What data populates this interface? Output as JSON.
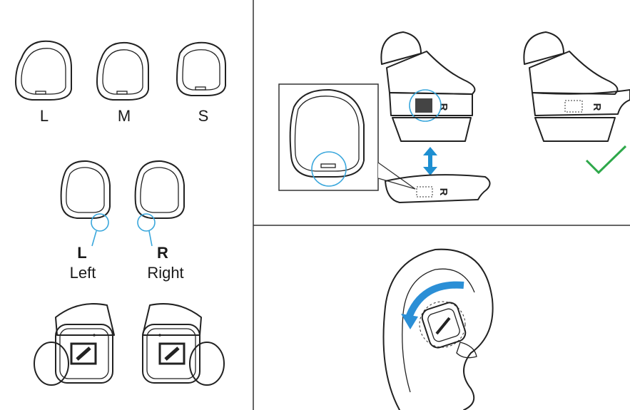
{
  "sizes": {
    "large": "L",
    "medium": "M",
    "small": "S"
  },
  "sides": {
    "left_letter": "L",
    "left_word": "Left",
    "right_letter": "R",
    "right_word": "Right"
  },
  "eartip_marks": {
    "fitting_band": "R",
    "eartip_cup": "R",
    "fitted_band": "R"
  },
  "colors": {
    "accent_blue": "#3aa7dc",
    "fill_blue": "#a9d6ef",
    "band_gray": "#bdbdbd",
    "check_green": "#2ea84a",
    "line": "#222222"
  }
}
